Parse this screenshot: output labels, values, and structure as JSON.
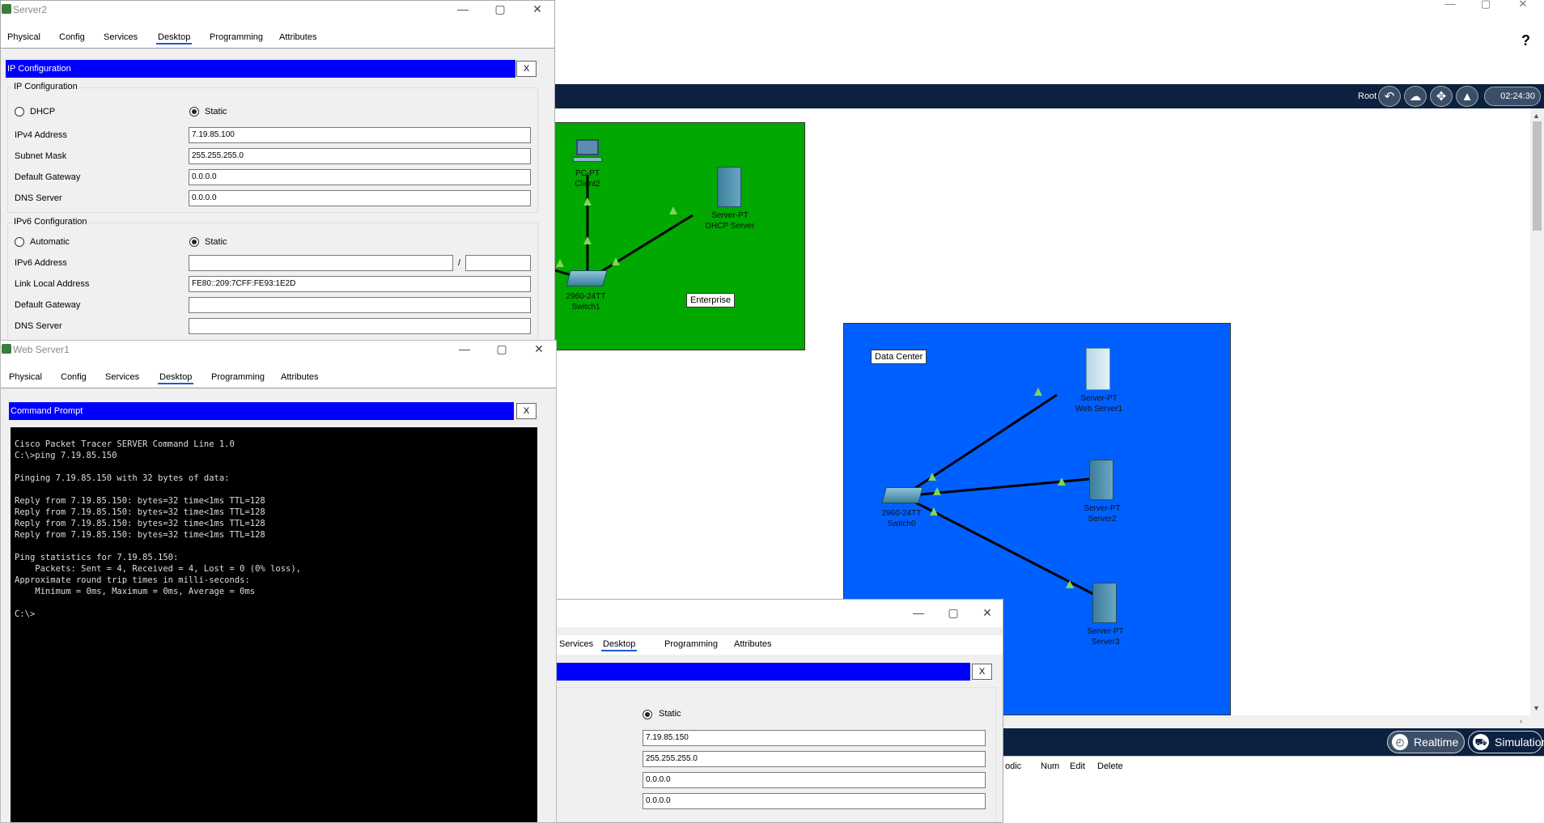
{
  "main_window": {
    "help_label": "?",
    "toolbar": {
      "root_label": "Root",
      "time": "02:24:30"
    },
    "canvas": {
      "enterprise_area": {
        "label": "Enterprise",
        "color": "#00a800",
        "devices": [
          {
            "type": "PC-PT",
            "name": "Client2"
          },
          {
            "type": "Server-PT",
            "name": "DHCP Server"
          },
          {
            "type": "2960-24TT",
            "name": "Switch1"
          }
        ]
      },
      "datacenter_area": {
        "label": "Data Center",
        "color": "#0060ff",
        "devices": [
          {
            "type": "Server-PT",
            "name": "Web Server1"
          },
          {
            "type": "2960-24TT",
            "name": "Switch0"
          },
          {
            "type": "Server-PT",
            "name": "Server2"
          },
          {
            "type": "Server-PT",
            "name": "Server3"
          }
        ]
      }
    },
    "mode": {
      "realtime": "Realtime",
      "simulation": "Simulation"
    },
    "pdu_columns": [
      "odic",
      "Num",
      "Edit",
      "Delete"
    ]
  },
  "server2_window": {
    "title": "Server2",
    "tabs": [
      "Physical",
      "Config",
      "Services",
      "Desktop",
      "Programming",
      "Attributes"
    ],
    "active_tab": "Desktop",
    "panel_title": "IP Configuration",
    "close_label": "X",
    "ipv4_group": "IP Configuration",
    "dhcp_label": "DHCP",
    "static_label": "Static",
    "ipv4_address_label": "IPv4 Address",
    "ipv4_address": "7.19.85.100",
    "subnet_label": "Subnet Mask",
    "subnet": "255.255.255.0",
    "gateway_label": "Default Gateway",
    "gateway": "0.0.0.0",
    "dns_label": "DNS Server",
    "dns": "0.0.0.0",
    "ipv6_group": "IPv6 Configuration",
    "auto_label": "Automatic",
    "ipv6_static_label": "Static",
    "ipv6_address_label": "IPv6 Address",
    "ipv6_address": "",
    "prefix_sep": "/",
    "link_local_label": "Link Local Address",
    "link_local": "FE80::209:7CFF:FE93:1E2D",
    "ipv6_gateway_label": "Default Gateway",
    "ipv6_dns_label": "DNS Server"
  },
  "webserver1_window": {
    "title": "Web Server1",
    "tabs": [
      "Physical",
      "Config",
      "Services",
      "Desktop",
      "Programming",
      "Attributes"
    ],
    "active_tab": "Desktop",
    "panel_title": "Command Prompt",
    "close_label": "X",
    "terminal": "Cisco Packet Tracer SERVER Command Line 1.0\nC:\\>ping 7.19.85.150\n\nPinging 7.19.85.150 with 32 bytes of data:\n\nReply from 7.19.85.150: bytes=32 time<1ms TTL=128\nReply from 7.19.85.150: bytes=32 time<1ms TTL=128\nReply from 7.19.85.150: bytes=32 time<1ms TTL=128\nReply from 7.19.85.150: bytes=32 time<1ms TTL=128\n\nPing statistics for 7.19.85.150:\n    Packets: Sent = 4, Received = 4, Lost = 0 (0% loss),\nApproximate round trip times in milli-seconds:\n    Minimum = 0ms, Maximum = 0ms, Average = 0ms\n\nC:\\>"
  },
  "third_window": {
    "tabs": [
      "Services",
      "Desktop",
      "Programming",
      "Attributes"
    ],
    "active_tab": "Desktop",
    "close_label": "X",
    "static_label": "Static",
    "ipv4_address": "7.19.85.150",
    "subnet": "255.255.255.0",
    "gateway": "0.0.0.0",
    "dns": "0.0.0.0"
  }
}
